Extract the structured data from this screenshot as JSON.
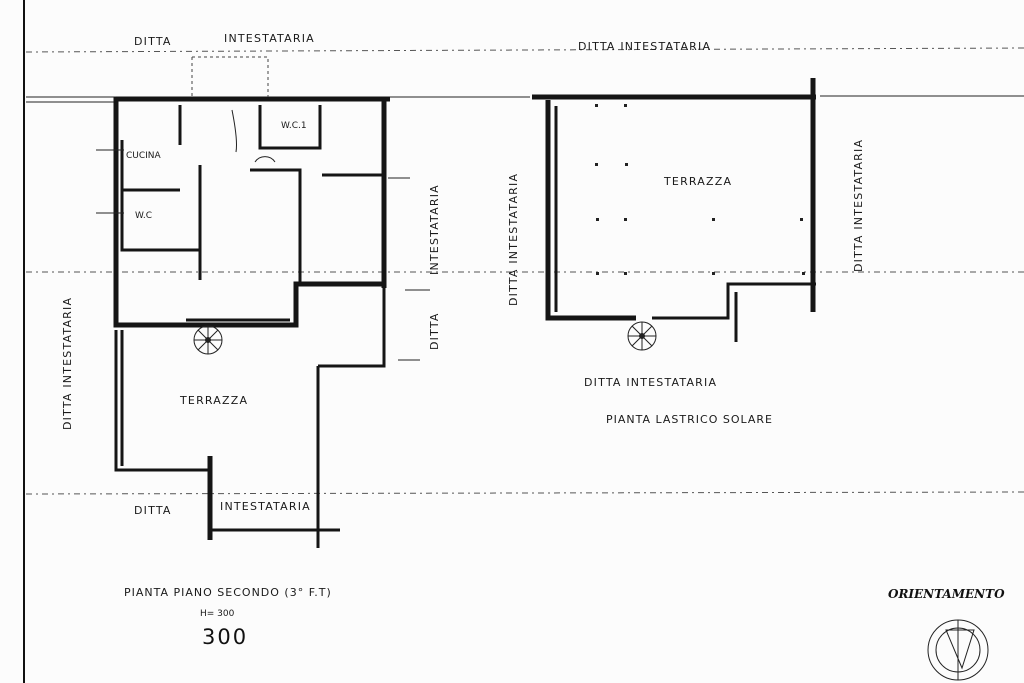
{
  "labels": {
    "top_left": [
      "DITTA",
      "INTESTATARIA"
    ],
    "top_right": "DITTA INTESTATARIA",
    "left_vertical": "DITTA INTESTATARIA",
    "middle_vertical_upper": "INTESTATARIA",
    "middle_vertical_lower": "DITTA",
    "right_plan_left_vertical": "DITTA INTESTATARIA",
    "right_plan_right_vertical": "DITTA INTESTATARIA",
    "bottom_left": [
      "DITTA",
      "INTESTATARIA"
    ],
    "right_plan_bottom": "DITTA INTESTATARIA"
  },
  "rooms": {
    "wc1": "W.C.1",
    "cucina": "CUCINA",
    "wc": "W.C",
    "terrazza_left": "TERRAZZA",
    "terrazza_right": "TERRAZZA"
  },
  "titles": {
    "left_plan": "PIANTA PIANO SECONDO (3° F.T)",
    "height": "H= 300",
    "scale_number": "300",
    "right_plan": "PIANTA LASTRICO SOLARE",
    "orientation": "ORIENTAMENTO"
  }
}
